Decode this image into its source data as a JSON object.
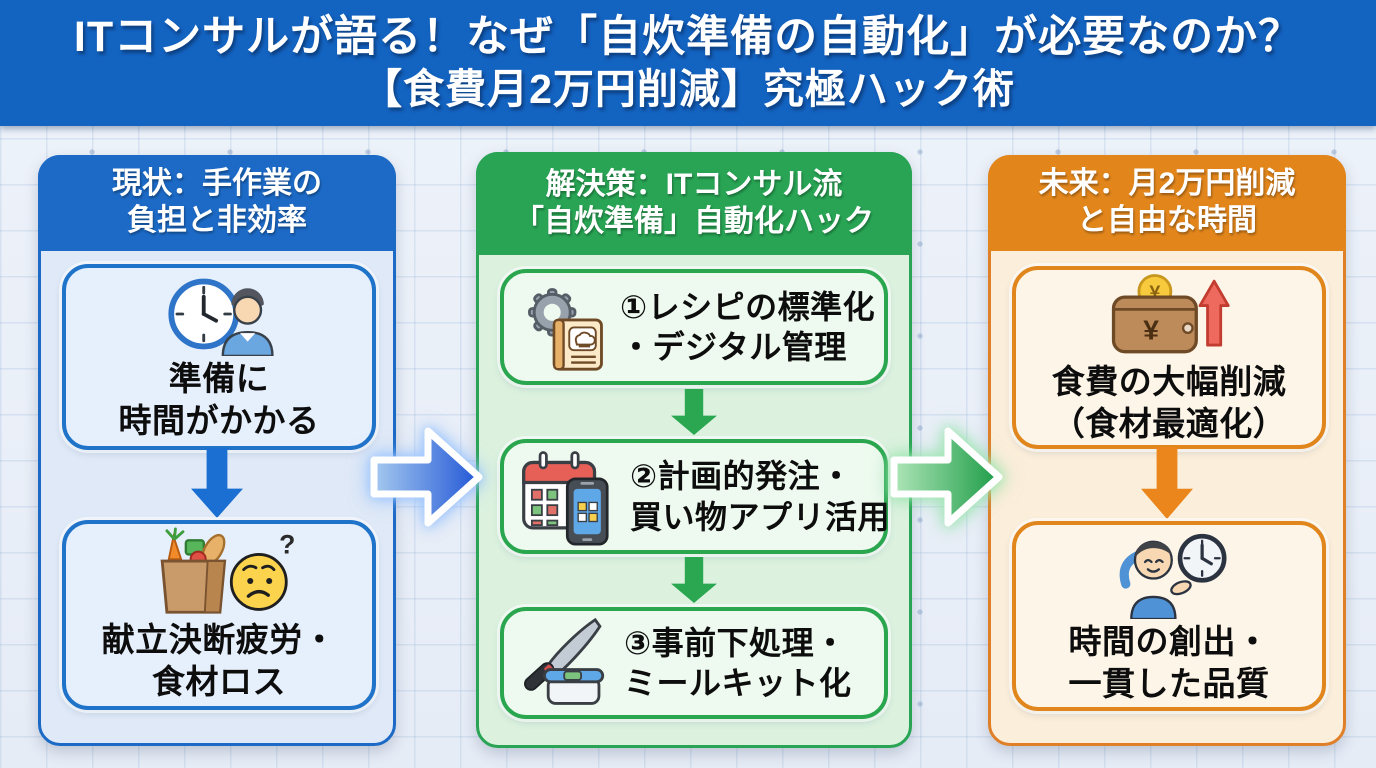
{
  "title": {
    "line1": "ITコンサルが語る！なぜ「自炊準備の自動化」が必要なのか？",
    "line2": "【食費月2万円削減】究極ハック術"
  },
  "colors": {
    "title_bar_bg": "#1363c1",
    "current_accent": "#1c6ac6",
    "solution_accent": "#28a454",
    "future_accent": "#e2861c",
    "card_text": "#0d0d0d",
    "header_text": "#ffffff",
    "up_arrow_red": "#ef6a5e"
  },
  "columns": [
    {
      "id": "current",
      "header_line1": "現状：手作業の",
      "header_line2": "負担と非効率",
      "cards": [
        {
          "icon": "clock-person-icon",
          "line1": "準備に",
          "line2": "時間がかかる"
        },
        {
          "icon": "grocery-worried-icon",
          "line1": "献立決断疲労・",
          "line2": "食材ロス"
        }
      ]
    },
    {
      "id": "solution",
      "header_line1": "解決策：ITコンサル流",
      "header_line2": "「自炊準備」自動化ハック",
      "cards": [
        {
          "icon": "gear-recipe-book-icon",
          "line1": "①レシピの標準化",
          "line2": "・デジタル管理"
        },
        {
          "icon": "calendar-phone-icon",
          "line1": "②計画的発注・",
          "line2": "買い物アプリ活用"
        },
        {
          "icon": "knife-container-icon",
          "line1": "③事前下処理・",
          "line2": "ミールキット化"
        }
      ]
    },
    {
      "id": "future",
      "header_line1": "未来：月2万円削減",
      "header_line2": "と自由な時間",
      "cards": [
        {
          "icon": "wallet-yen-up-icon",
          "line1": "食費の大幅削減",
          "line2": "（食材最適化）"
        },
        {
          "icon": "person-clock-icon",
          "line1": "時間の創出・",
          "line2": "一貫した品質"
        }
      ]
    }
  ]
}
